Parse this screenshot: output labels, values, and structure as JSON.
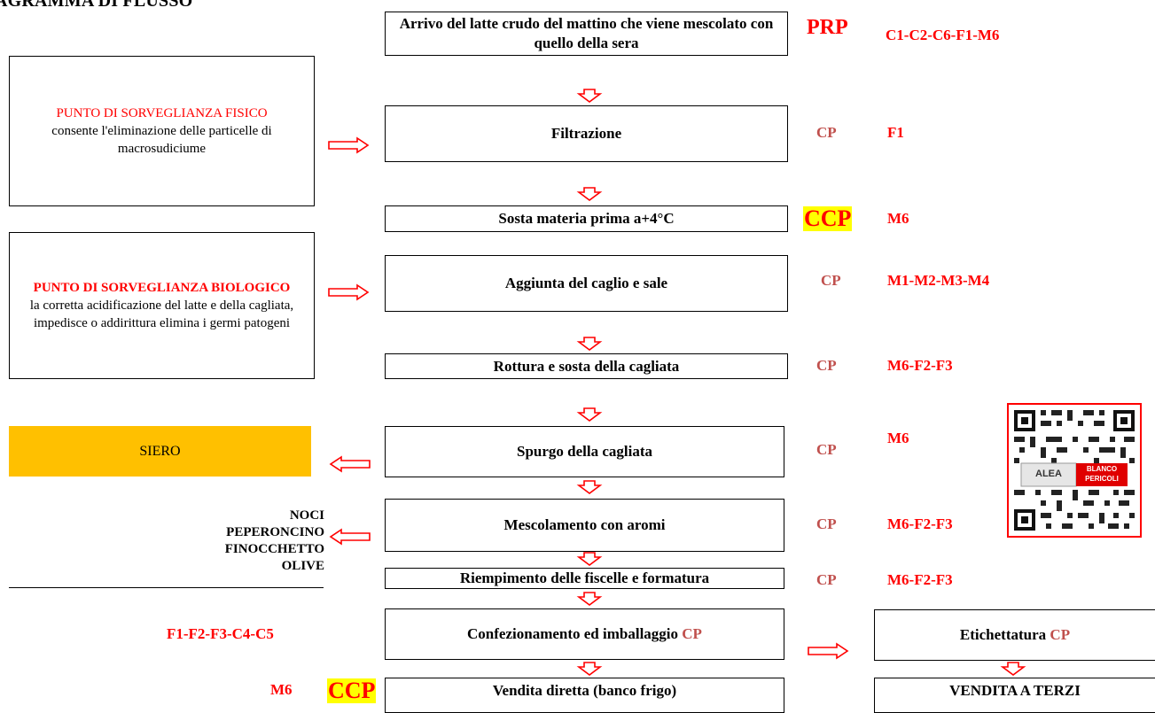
{
  "title": "AGRAMMA DI FLUSSO",
  "steps": [
    {
      "label": "Arrivo del latte crudo del mattino che viene mescolato con quello della sera",
      "class": "PRP",
      "codes": "C1-C2-C6-F1-M6"
    },
    {
      "label": "Filtrazione",
      "class": "CP",
      "codes": "F1"
    },
    {
      "label": "Sosta materia prima a+4°C",
      "class": "CCP",
      "codes": "M6"
    },
    {
      "label": "Aggiunta del caglio e sale",
      "class": "CP",
      "codes": "M1-M2-M3-M4"
    },
    {
      "label": "Rottura e sosta della cagliata",
      "class": "CP",
      "codes": "M6-F2-F3"
    },
    {
      "label": "Spurgo della cagliata",
      "class": "CP",
      "codes": "M6"
    },
    {
      "label": "Mescolamento con aromi",
      "class": "CP",
      "codes": "M6-F2-F3"
    },
    {
      "label": "Riempimento delle fiscelle e formatura",
      "class": "CP",
      "codes": "M6-F2-F3"
    },
    {
      "label": "Confezionamento ed imballaggio",
      "class": "CP",
      "codes": "F1-F2-F3-C4-C5"
    },
    {
      "label": "Vendita diretta (banco frigo)",
      "class": "CCP",
      "codes": "M6"
    }
  ],
  "side_notes": {
    "fisico_title": "PUNTO DI SORVEGLIANZA FISICO",
    "fisico_text": "consente l'eliminazione delle particelle di macrosudiciume",
    "bio_title": "PUNTO DI SORVEGLIANZA BIOLOGICO",
    "bio_text": "la corretta acidificazione del latte e della cagliata, impedisce o addirittura elimina i germi patogeni",
    "siero": "SIERO",
    "aromi": [
      "NOCI",
      "PEPERONCINO",
      "FINOCCHETTO",
      "OLIVE"
    ]
  },
  "right_branch": {
    "etichettatura": "Etichettatura",
    "etichettatura_class": "CP",
    "vendita_terzi": "VENDITA A TERZI"
  },
  "badge": {
    "logo_text": "ALEA",
    "tag_text": "BLANCO PERICOLI"
  },
  "colors": {
    "red": "#ff0000",
    "cp_brown": "#c0504d",
    "highlight": "#ffff00",
    "siero_fill": "#ffc000"
  }
}
